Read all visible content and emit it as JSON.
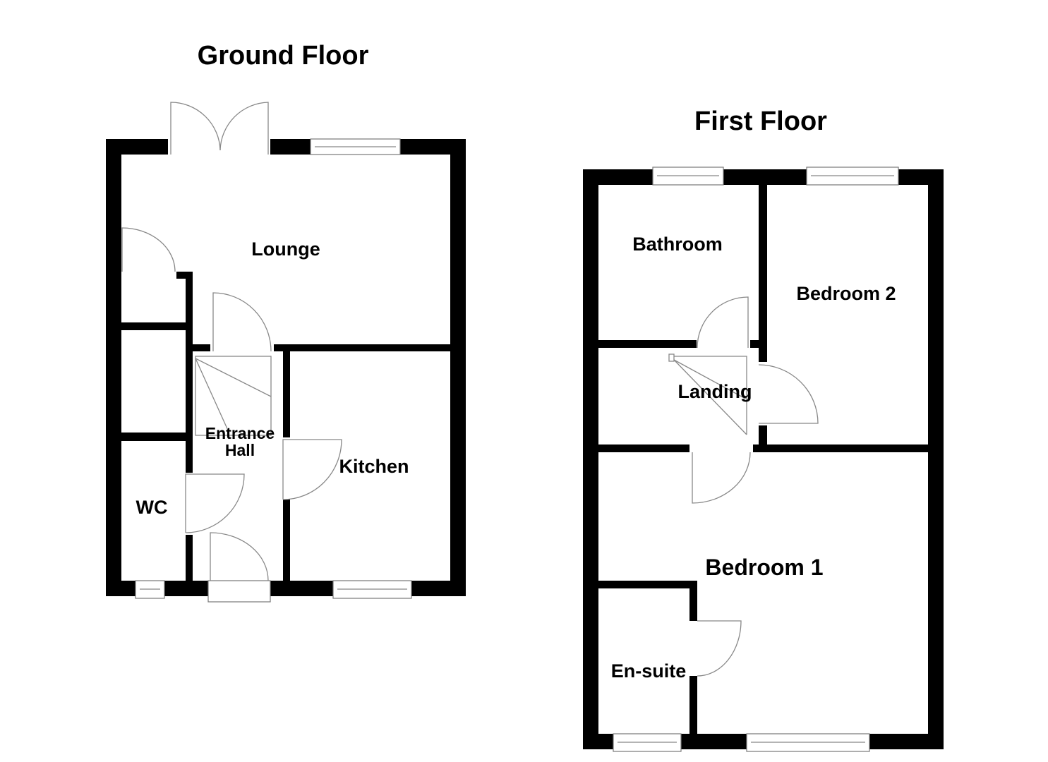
{
  "ground_floor": {
    "title": "Ground Floor",
    "rooms": {
      "lounge": "Lounge",
      "entrance_hall_1": "Entrance",
      "entrance_hall_2": "Hall",
      "kitchen": "Kitchen",
      "wc": "WC"
    }
  },
  "first_floor": {
    "title": "First Floor",
    "rooms": {
      "bathroom": "Bathroom",
      "bedroom2": "Bedroom 2",
      "landing": "Landing",
      "bedroom1": "Bedroom 1",
      "ensuite": "En-suite"
    }
  }
}
